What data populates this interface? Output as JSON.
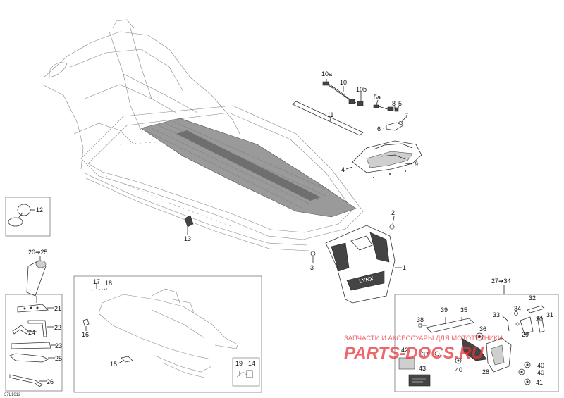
{
  "labels": {
    "l1": "1",
    "l2": "2",
    "l3": "3",
    "l4": "4",
    "l5a": "5a",
    "l5": "5",
    "l6": "6",
    "l7": "7",
    "l8": "8",
    "l9": "9",
    "l10a": "10a",
    "l10": "10",
    "l10b": "10b",
    "l11": "11",
    "l12": "12",
    "l13": "13",
    "l14": "14",
    "l15": "15",
    "l16": "16",
    "l17": "17",
    "l18": "18",
    "l19": "19",
    "l20_25": "20➔25",
    "l21": "21",
    "l22": "22",
    "l23": "23",
    "l24": "24",
    "l25": "25",
    "l26": "26",
    "l27_34": "27➔34",
    "l28": "28",
    "l29": "29",
    "l30": "30",
    "l31": "31",
    "l32": "32",
    "l33": "33",
    "l34": "34",
    "l35": "35",
    "l36": "36",
    "l37": "37",
    "l38": "38",
    "l39": "39",
    "l40a": "40",
    "l40b": "40",
    "l40c": "40",
    "l41": "41",
    "l42": "42",
    "l43": "43"
  },
  "flap_logo": "LYNX",
  "figure_code": "37L1612",
  "watermark": {
    "line1": "ЗАПЧАСТИ И АКСЕССУАРЫ ДЛЯ МОТОТЕХНИКИ",
    "line2": "PARTS-DOCS.RU",
    "color": "#e8343a"
  }
}
